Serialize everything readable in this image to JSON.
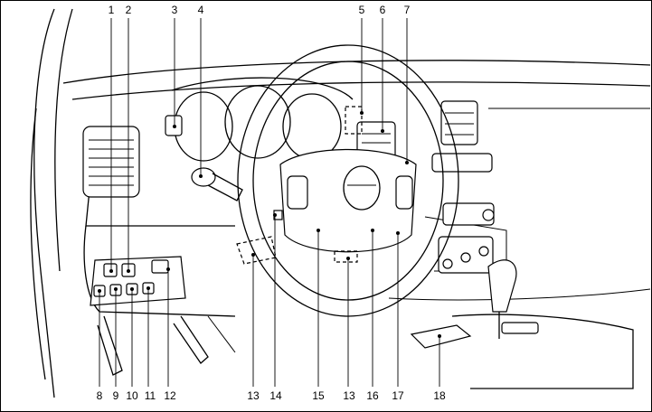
{
  "callouts": [
    {
      "id": "c1",
      "text": "1"
    },
    {
      "id": "c2",
      "text": "2"
    },
    {
      "id": "c3",
      "text": "3"
    },
    {
      "id": "c4",
      "text": "4"
    },
    {
      "id": "c5",
      "text": "5"
    },
    {
      "id": "c6",
      "text": "6"
    },
    {
      "id": "c7",
      "text": "7"
    },
    {
      "id": "c8",
      "text": "8"
    },
    {
      "id": "c9",
      "text": "9"
    },
    {
      "id": "c10",
      "text": "10"
    },
    {
      "id": "c11",
      "text": "11"
    },
    {
      "id": "c12",
      "text": "12"
    },
    {
      "id": "c13a",
      "text": "13"
    },
    {
      "id": "c14",
      "text": "14"
    },
    {
      "id": "c15",
      "text": "15"
    },
    {
      "id": "c13b",
      "text": "13"
    },
    {
      "id": "c16",
      "text": "16"
    },
    {
      "id": "c17",
      "text": "17"
    },
    {
      "id": "c18",
      "text": "18"
    }
  ]
}
